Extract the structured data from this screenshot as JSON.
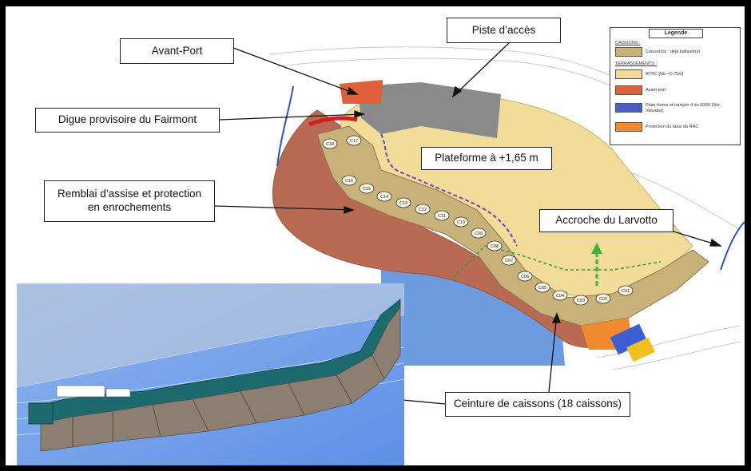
{
  "callouts": {
    "avant_port": "Avant-Port",
    "piste_acces": "Piste d’accès",
    "digue": "Digue provisoire du Fairmont",
    "plateforme": "Plateforme à +1,65 m",
    "remblai": "Remblai d’assise et protection\nen enrochements",
    "accroche": "Accroche du Larvotto",
    "ceinture": "Ceinture de caissons (18 caissons)"
  },
  "legend": {
    "title": "Legende",
    "section_caissons": "CAISSONS :",
    "item_caissons": "Caisson(s) : déjà ballasté(s)",
    "section_terrassements": "TERRASSEMENTS :",
    "item_rtpc": "RTPC [Niv +0.75m]",
    "item_avant_port": "Avant-port",
    "item_plateforme": "Plate-forme et trançon 4 du R260 (Niv. Valuabis)",
    "item_protection": "Protection du talus du RAC"
  },
  "colors": {
    "caissons": "#c8b27a",
    "rtpc": "#f2dc9a",
    "avant_port": "#e0603a",
    "plateforme": "#4a5fc0",
    "protection": "#f08a30",
    "remblai": "#b86a52",
    "sea_blue": "#6d9be0"
  },
  "caisson_numbers": [
    "C18",
    "C17",
    "C16",
    "C15",
    "C14",
    "C13",
    "C12",
    "C11",
    "C10",
    "C09",
    "C08",
    "C07",
    "C06",
    "C05",
    "C04",
    "C03",
    "C02",
    "C01"
  ]
}
